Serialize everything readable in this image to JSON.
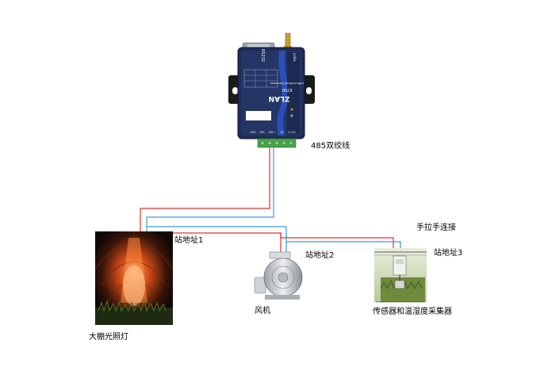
{
  "device": {
    "brand": "ZLAN",
    "model": "6700",
    "port_label": "RS232",
    "antenna_label": "LoRa",
    "subtitle": "LoRa to Serial Converter",
    "terminal_labels": [
      "GND",
      "485-",
      "485+",
      "DC",
      "9-24V"
    ]
  },
  "labels": {
    "cable": "485双绞线",
    "station1": "站地址1",
    "station2": "站地址2",
    "station3": "站地址3",
    "hand_in_hand": "手拉手连接",
    "greenhouse_light": "大棚光照灯",
    "fan": "风机",
    "sensor": "传感器和温湿度采集器"
  },
  "colors": {
    "wire_red": "#e52d2d",
    "wire_blue": "#3a9ad8",
    "device_body": "#1f2d57",
    "device_stripe": "#2a4fb8",
    "terminal_green": "#49a24a"
  }
}
